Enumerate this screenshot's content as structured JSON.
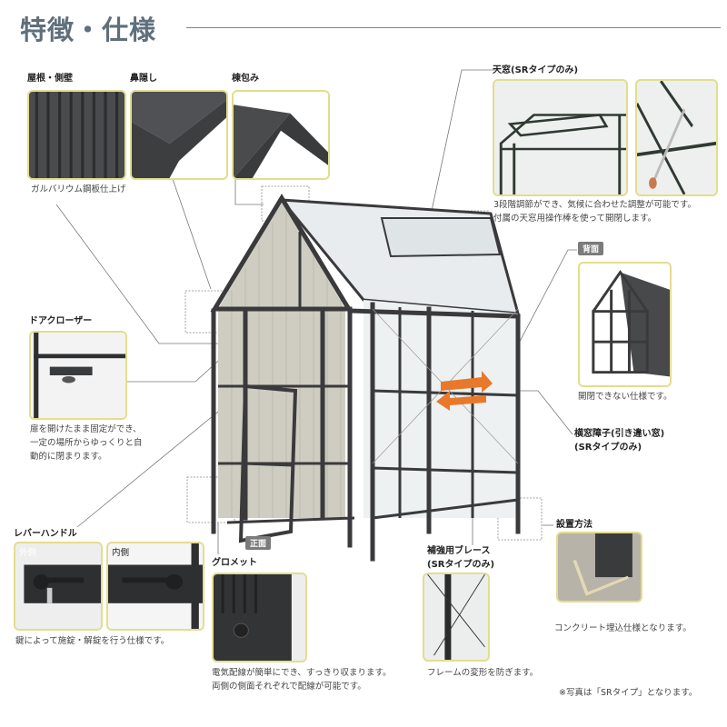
{
  "header": {
    "title": "特徴・仕様"
  },
  "features": {
    "roof_wall": {
      "label": "屋根・側壁",
      "caption": "ガルバリウム鋼板仕上げ"
    },
    "fascia": {
      "label": "鼻隠し"
    },
    "ridge": {
      "label": "棟包み"
    },
    "skylight": {
      "label": "天窓(SRタイプのみ)",
      "caption_1": "3段階調節ができ、気候に合わせた調整が可能です。",
      "caption_2": "付属の天窓用操作棒を使って開閉します。"
    },
    "door_closer": {
      "label": "ドアクローザー",
      "caption_1": "扉を開けたまま固定ができ、",
      "caption_2": "一定の場所からゆっくりと自",
      "caption_3": "動的に閉まります。"
    },
    "back": {
      "badge": "背面",
      "caption": "開閉できない仕様です。"
    },
    "side_window": {
      "label_1": "横窓障子(引き違い窓)",
      "label_2": "(SRタイプのみ)"
    },
    "installation": {
      "label": "設置方法",
      "caption": "コンクリート埋込仕様となります。"
    },
    "lever_handle": {
      "label": "レバーハンドル",
      "outside": "外側",
      "inside": "内側",
      "caption": "鍵によって施錠・解錠を行う仕様です。"
    },
    "front": {
      "badge": "正面"
    },
    "grommet": {
      "label": "グロメット",
      "caption_1": "電気配線が簡単にでき、すっきり収まります。",
      "caption_2": "両側の側面それぞれで配線が可能です。"
    },
    "brace": {
      "label_1": "補強用ブレース",
      "label_2": "(SRタイプのみ)",
      "caption": "フレームの変形を防ぎます。"
    }
  },
  "footnote": "※写真は「SRタイプ」となります。",
  "colors": {
    "title": "#5f6f7b",
    "photo_border": "#e3dd8e",
    "frame": "#3a3a3c"
  }
}
